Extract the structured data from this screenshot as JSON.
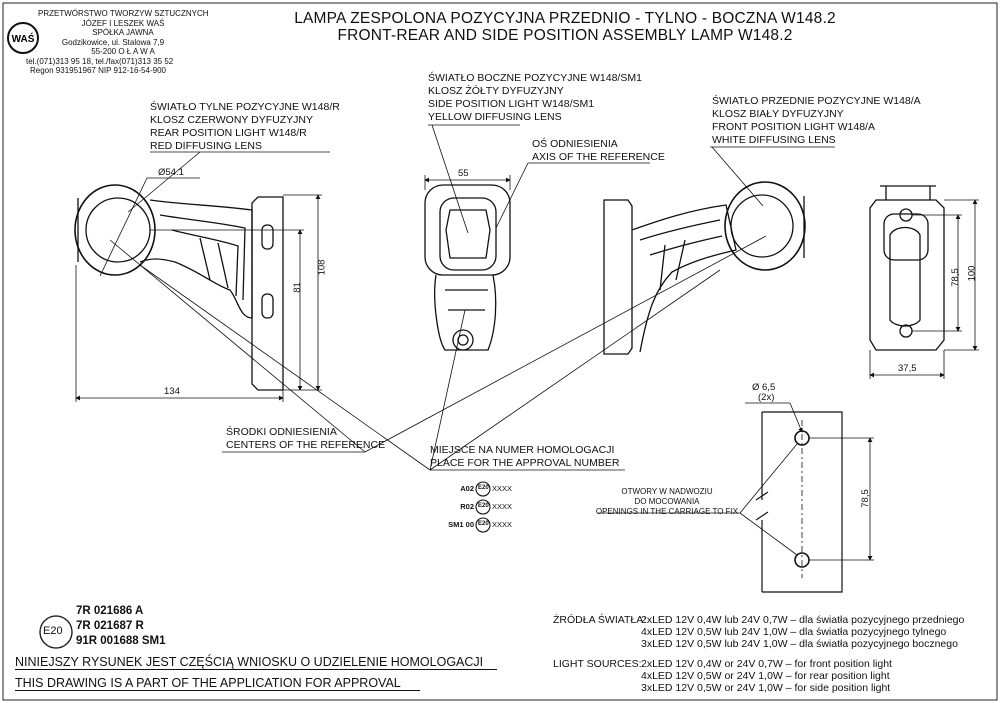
{
  "company": {
    "line1": "PRZETWÓRSTWO TWORZYW SZTUCZNYCH",
    "line2": "JÓZEF I LESZEK WAŚ",
    "line3": "SPÓŁKA JAWNA",
    "line4": "Godzikowice, ul. Stalowa 7,9",
    "line5": "55-200   O Ł A W A",
    "line6": "tel.(071)313 95 18, tel./fax(071)313 35 52",
    "line7": "Regon 931951967 NIP 912-16-54-900",
    "logo": "WAŚ"
  },
  "title": {
    "pl": "LAMPA ZESPOLONA POZYCYJNA PRZEDNIO - TYLNO - BOCZNA W148.2",
    "en": "FRONT-REAR AND SIDE POSITION  ASSEMBLY LAMP W148.2"
  },
  "labels": {
    "rear": [
      "ŚWIATŁO TYLNE POZYCYJNE W148/R",
      "KLOSZ  CZERWONY DYFUZYJNY",
      "REAR POSITION LIGHT W148/R",
      "RED DIFFUSING LENS"
    ],
    "side": [
      "ŚWIATŁO BOCZNE POZYCYJNE W148/SM1",
      "KLOSZ  ŻÓŁTY DYFUZYJNY",
      "SIDE POSITION LIGHT W148/SM1",
      "YELLOW DIFFUSING LENS"
    ],
    "front": [
      "ŚWIATŁO PRZEDNIE POZYCYJNE W148/A",
      "KLOSZ  BIAŁY DYFUZYJNY",
      "FRONT POSITION LIGHT W148/A",
      "WHITE DIFFUSING LENS"
    ],
    "axis": [
      "OŚ ODNIESIENIA",
      "AXIS OF THE REFERENCE"
    ],
    "centers": [
      "ŚRODKI ODNIESIENIA",
      "CENTERS OF THE REFERENCE"
    ],
    "approval_place": [
      "MIEJSCE NA NUMER HOMOLOGACJI",
      "PLACE FOR THE APPROVAL NUMBER"
    ],
    "openings": [
      "OTWORY W NADWOZIU",
      "DO MOCOWANIA",
      "OPENINGS IN THE CARRIAGE TO FIX"
    ]
  },
  "dimensions": {
    "d54": "Ø54.1",
    "w55": "55",
    "h108": "108",
    "h81": "81",
    "w134": "134",
    "h100": "100",
    "h785a": "78,5",
    "w375": "37,5",
    "d65": "Ø 6,5",
    "x2": "(2x)",
    "h785b": "78,5"
  },
  "marks": [
    {
      "code": "A02",
      "circle": "E20",
      "suffix": "XXXX"
    },
    {
      "code": "R02",
      "circle": "E20",
      "suffix": "XXXX"
    },
    {
      "code": "SM1 00",
      "circle": "E20",
      "suffix": "XXXX"
    }
  ],
  "homologation": {
    "emark": "E20",
    "numbers": [
      "7R 021686 A",
      "7R 021687 R",
      "91R 001688 SM1"
    ]
  },
  "footer": {
    "pl": "NINIEJSZY RYSUNEK JEST CZĘŚCIĄ WNIOSKU O  UDZIELENIE HOMOLOGACJI",
    "en": "THIS DRAWING IS A PART OF THE APPLICATION FOR  APPROVAL"
  },
  "sources": {
    "pl_label": "ŹRÓDŁA ŚWIATŁA:",
    "pl_lines": [
      "2xLED 12V 0,4W lub 24V 0,7W – dla światła pozycyjnego przedniego",
      "4xLED 12V 0,5W lub 24V 1,0W – dla światła pozycyjnego tylnego",
      "3xLED 12V 0,5W lub 24V 1,0W – dla światła pozycyjnego bocznego"
    ],
    "en_label": "LIGHT SOURCES:",
    "en_lines": [
      "2xLED 12V 0,4W or 24V 0,7W – for front position light",
      "4xLED 12V 0,5W or 24V 1,0W – for rear position light",
      "3xLED 12V 0,5W or 24V 1,0W – for side position light"
    ]
  }
}
